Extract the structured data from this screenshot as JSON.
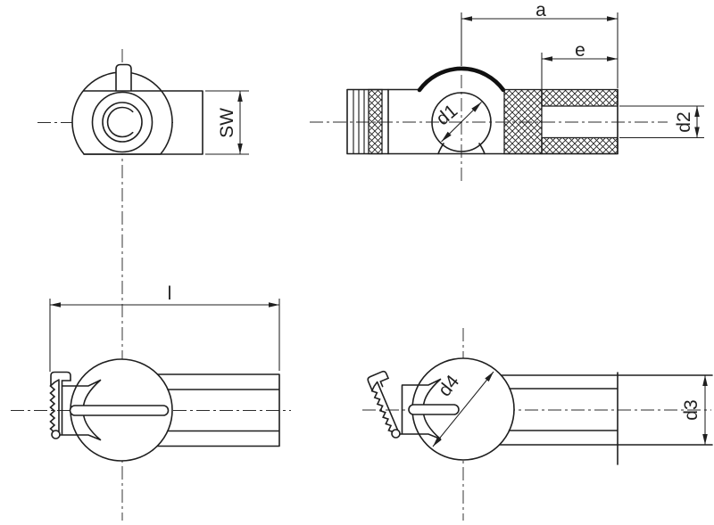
{
  "drawing_type": "technical-drawing-ball-joint",
  "background": "#ffffff",
  "line_color": "#1f1f1f",
  "views": {
    "front": {
      "labels": {
        "sw": "SW"
      }
    },
    "section": {
      "labels": {
        "a": "a",
        "e": "e",
        "d1": "d1",
        "d2": "d2"
      }
    },
    "side_locked": {
      "labels": {
        "l": "l"
      }
    },
    "side_open": {
      "labels": {
        "d4": "d4",
        "d3": "d3"
      }
    }
  }
}
